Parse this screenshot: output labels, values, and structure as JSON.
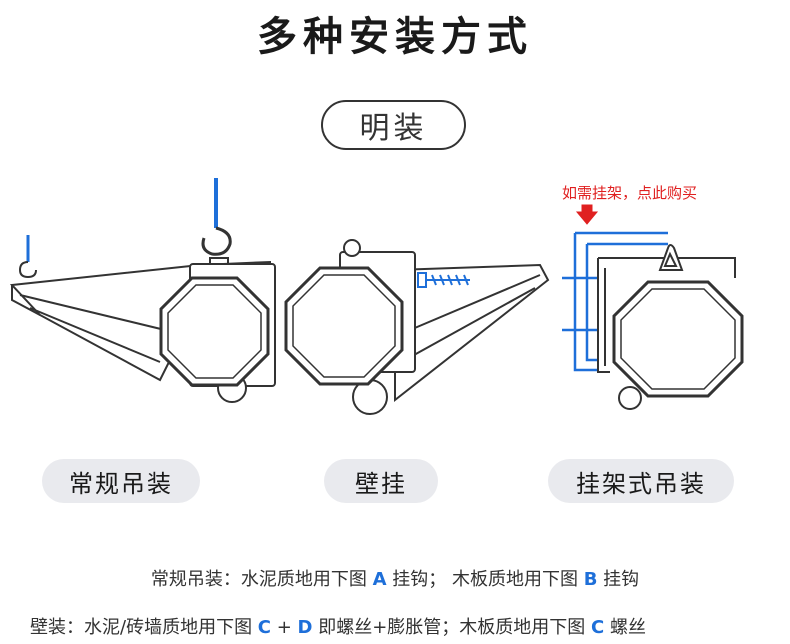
{
  "heading": "多种安装方式",
  "section_label": "明装",
  "buy_hint": "如需挂架，点此购买",
  "methods": [
    {
      "label": "常规吊装"
    },
    {
      "label": "壁挂"
    },
    {
      "label": "挂架式吊装"
    }
  ],
  "note1": {
    "prefix": "常规吊装：水泥质地用下图 ",
    "a": "A",
    "mid": " 挂钩；  木板质地用下图 ",
    "b": "B",
    "suffix": " 挂钩"
  },
  "note2": {
    "prefix": "壁装：水泥/砖墙质地用下图 ",
    "c": "C",
    "plus": " + ",
    "d": "D",
    "mid": " 即螺丝+膨胀管；木板质地用下图 ",
    "c2": "C",
    "suffix": " 螺丝"
  },
  "colors": {
    "accent_blue": "#1e6fd9",
    "hint_red": "#e02020",
    "pill_bg": "#e9eaee"
  }
}
